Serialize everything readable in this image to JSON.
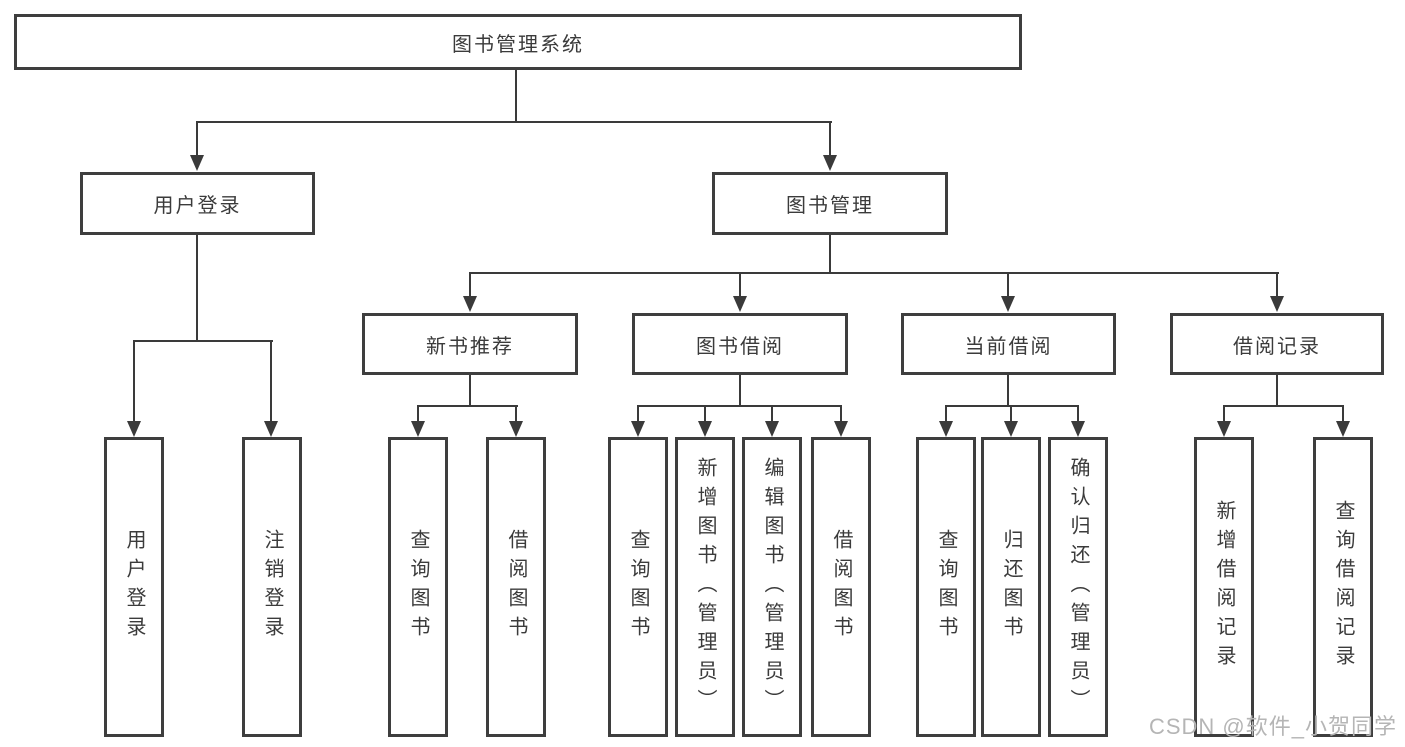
{
  "diagram": {
    "root": {
      "label": "图书管理系统"
    },
    "level2": [
      {
        "id": "user-login",
        "label": "用户登录"
      },
      {
        "id": "book-management",
        "label": "图书管理"
      }
    ],
    "level3": [
      {
        "id": "new-book-recommend",
        "parent": "图书管理",
        "label": "新书推荐"
      },
      {
        "id": "book-borrow",
        "parent": "图书管理",
        "label": "图书借阅"
      },
      {
        "id": "current-borrow",
        "parent": "图书管理",
        "label": "当前借阅"
      },
      {
        "id": "borrow-records",
        "parent": "图书管理",
        "label": "借阅记录"
      }
    ],
    "leaves": [
      {
        "parent": "用户登录",
        "label": "用户登录"
      },
      {
        "parent": "用户登录",
        "label": "注销登录"
      },
      {
        "parent": "新书推荐",
        "label": "查询图书"
      },
      {
        "parent": "新书推荐",
        "label": "借阅图书"
      },
      {
        "parent": "图书借阅",
        "label": "查询图书"
      },
      {
        "parent": "图书借阅",
        "label": "新增图书（管理员）"
      },
      {
        "parent": "图书借阅",
        "label": "编辑图书（管理员）"
      },
      {
        "parent": "图书借阅",
        "label": "借阅图书"
      },
      {
        "parent": "当前借阅",
        "label": "查询图书"
      },
      {
        "parent": "当前借阅",
        "label": "归还图书"
      },
      {
        "parent": "当前借阅",
        "label": "确认归还（管理员）"
      },
      {
        "parent": "借阅记录",
        "label": "新增借阅记录"
      },
      {
        "parent": "借阅记录",
        "label": "查询借阅记录"
      }
    ],
    "watermark": "CSDN @软件_小贺同学",
    "colors": {
      "line": "#3a3a3a",
      "border": "#3e3e3e",
      "text": "#3b3b3b",
      "watermark": "#b5b5b5",
      "background": "#ffffff"
    }
  }
}
